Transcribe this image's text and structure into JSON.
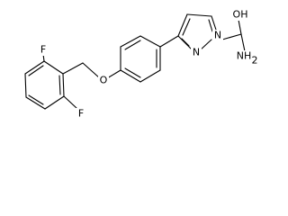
{
  "molecule": {
    "atoms": {
      "oh": "OH",
      "nh2": "NH",
      "nh2_subscript": "2",
      "n_ring_1": "N",
      "n_ring_2": "N",
      "o_ether": "O",
      "f_top": "F",
      "f_bottom": "F"
    }
  }
}
